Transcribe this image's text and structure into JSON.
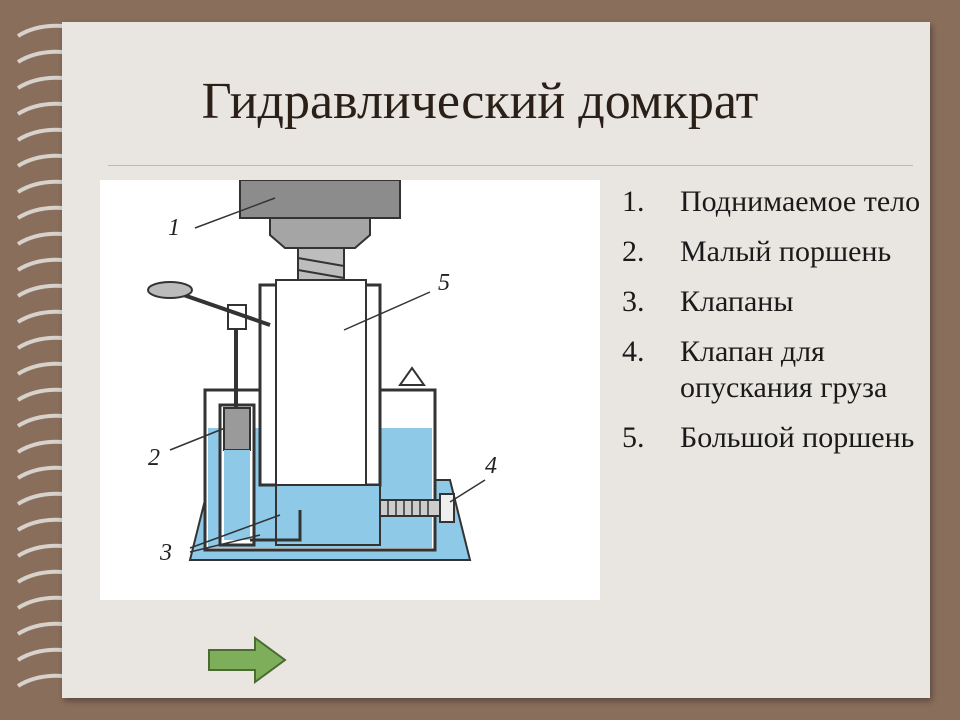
{
  "slide": {
    "title": "Гидравлический домкрат"
  },
  "list": [
    {
      "num": "1.",
      "text": "Поднимаемое тело"
    },
    {
      "num": "2.",
      "text": "Малый поршень"
    },
    {
      "num": "3.",
      "text": "Клапаны"
    },
    {
      "num": "4.",
      "text": "Клапан для опускания груза"
    },
    {
      "num": "5.",
      "text": "Большой поршень"
    }
  ],
  "figure": {
    "labels": [
      "1",
      "2",
      "3",
      "4",
      "5"
    ],
    "fluid_color": "#8ec9e8"
  },
  "nav": {
    "next_icon": "arrow-right-icon",
    "color": "#7fae5a"
  }
}
